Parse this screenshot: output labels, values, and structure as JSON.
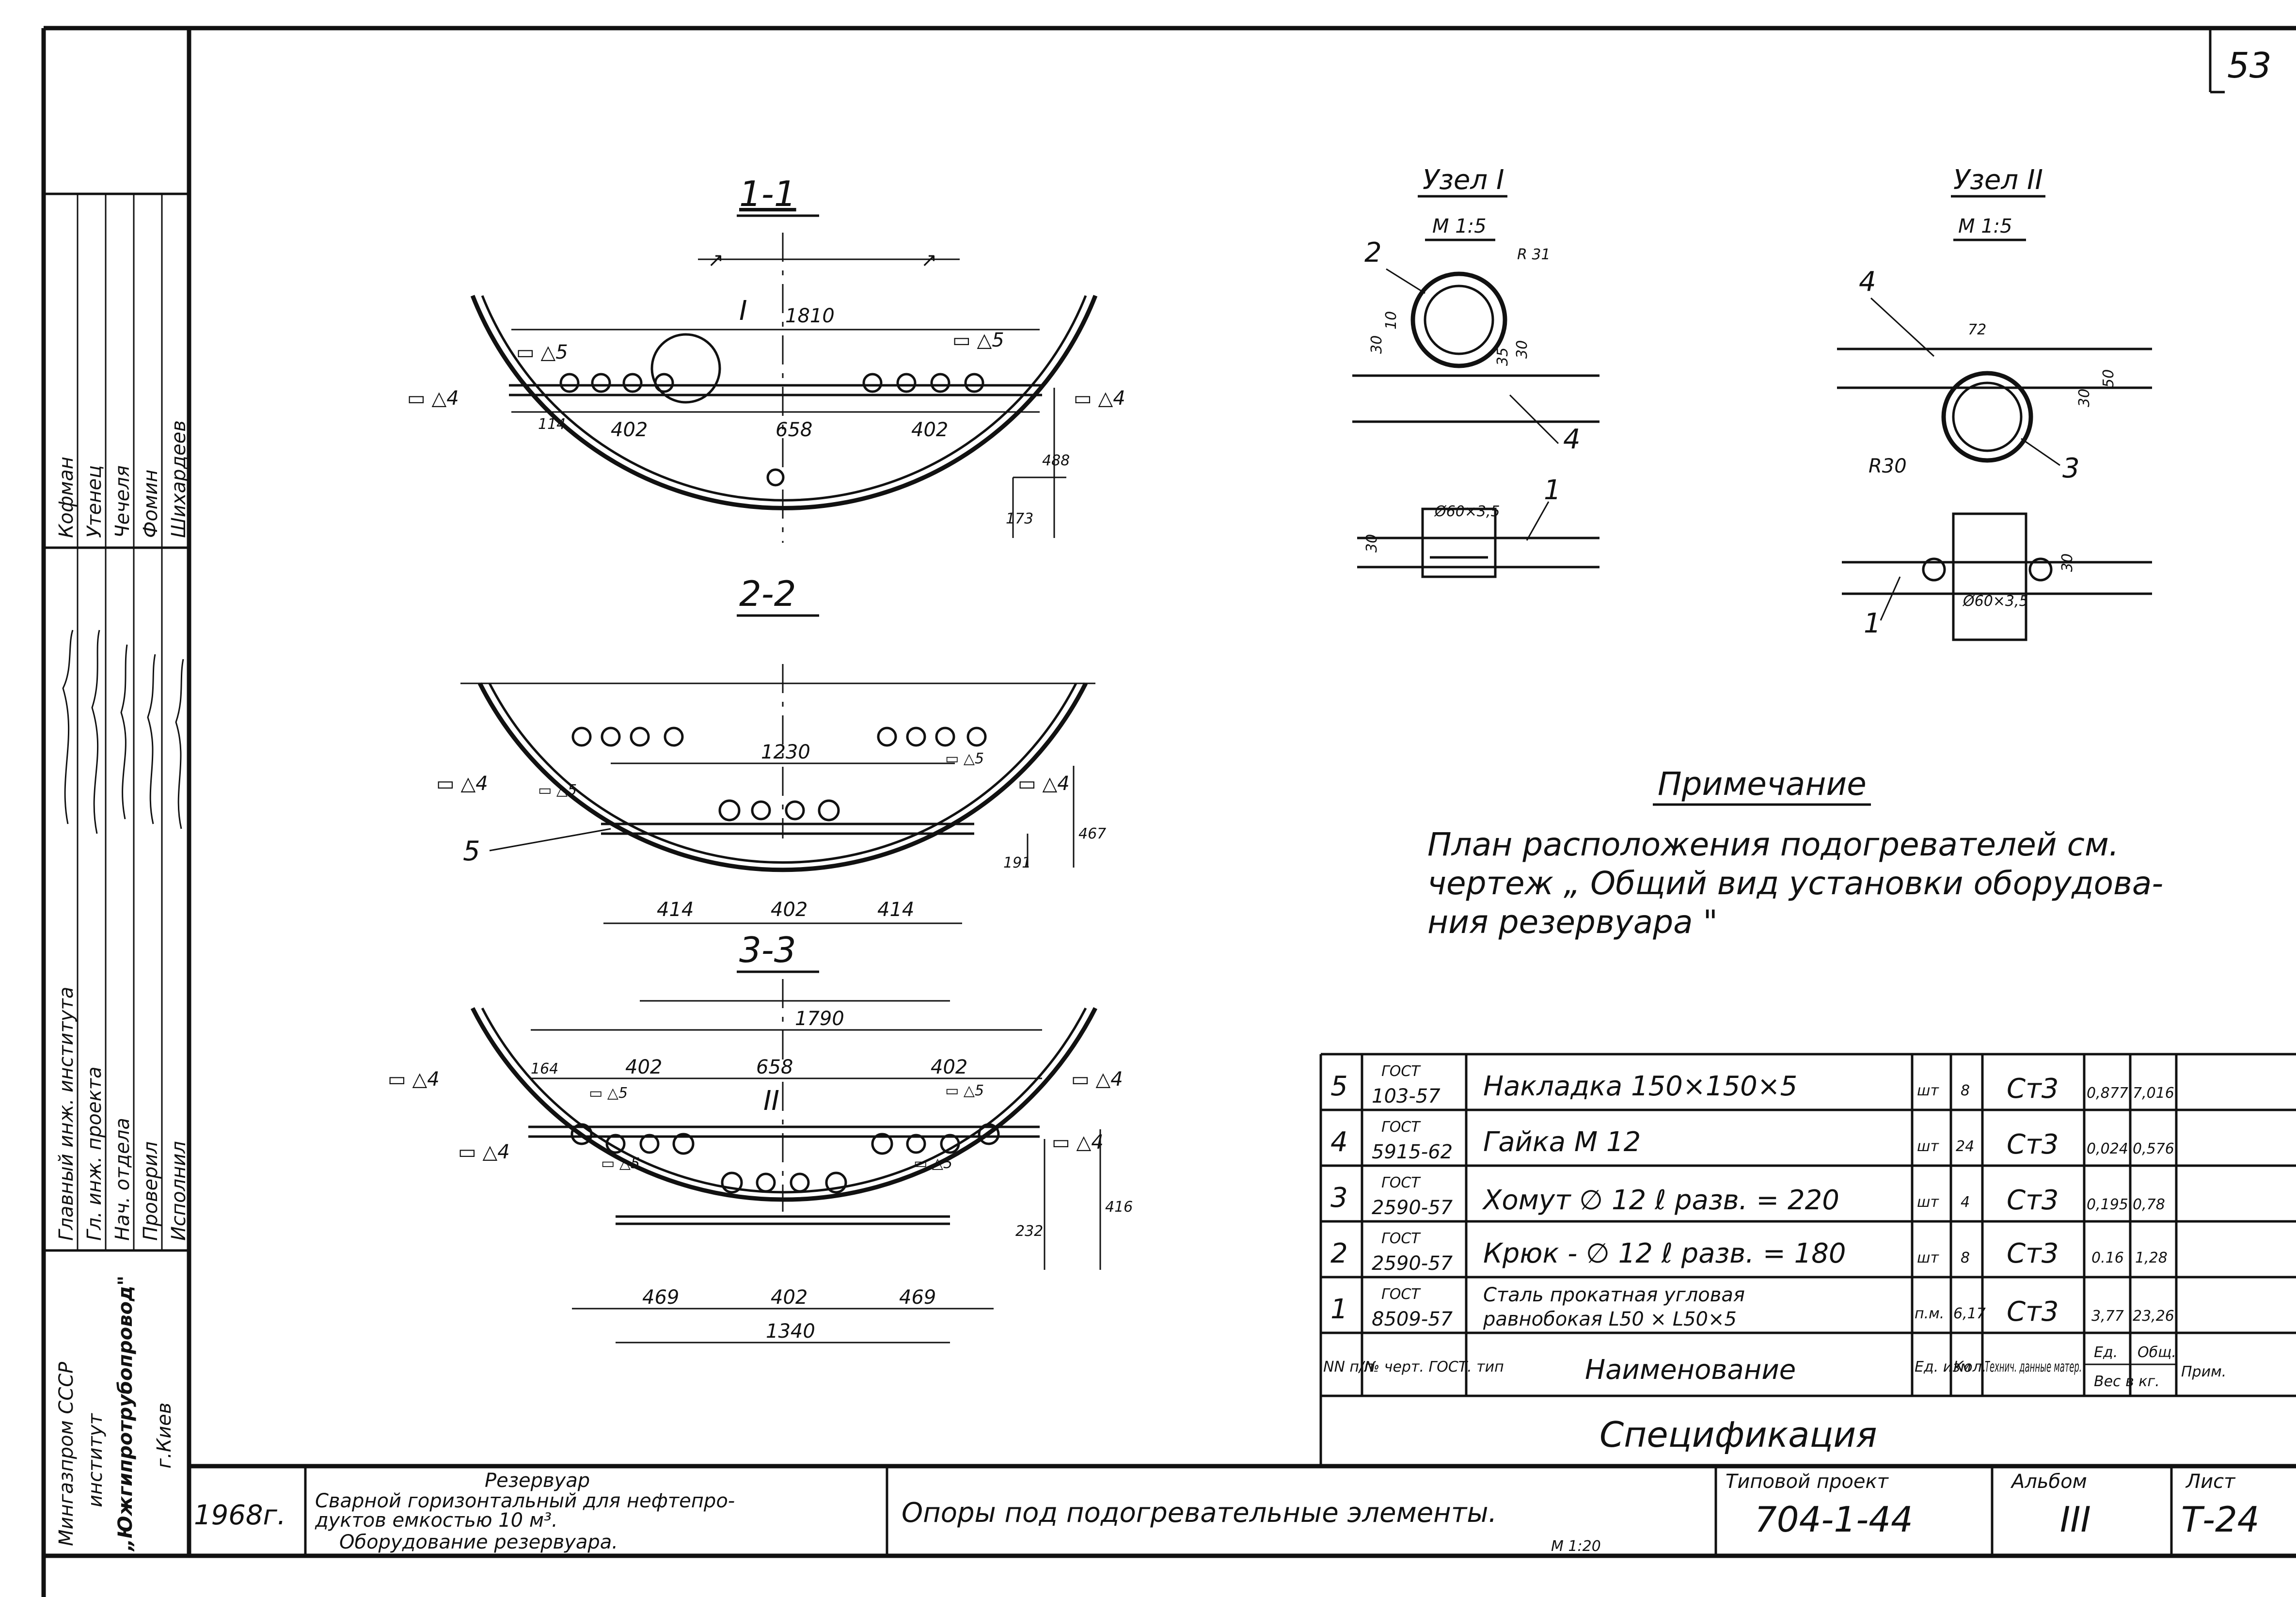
{
  "sheet_mark": "53",
  "title_block": {
    "year": "1968г.",
    "object_title": "Резервуар",
    "object_line1": "Сварной горизонтальный для нефтепро-",
    "object_line2": "дуктов   емкостью   10 м³.",
    "object_line3": "Оборудование  резервуара.",
    "drawing_title": "Опоры под подогревательные элементы.",
    "scale": "М 1:20",
    "project_label": "Типовой проект",
    "project_value": "704-1-44",
    "album_label": "Альбом",
    "album_value": "III",
    "sheet_label": "Лист",
    "sheet_value": "Т-24"
  },
  "side_block": {
    "org_lines": [
      "Мингазпром СССР",
      "институт",
      "„Южгипротрубопровод\"",
      "г.Киев"
    ],
    "roles": [
      "Главный инж. института",
      "Гл. инж. проекта",
      "Нач. отдела",
      "Проверил",
      "Исполнил"
    ],
    "names": [
      "Кофман",
      "Утенец",
      "Чечеля",
      "Фомин",
      "Шихардеев"
    ]
  },
  "sections": {
    "s1": {
      "title": "1-1",
      "dims": [
        "1810",
        "114",
        "402",
        "658",
        "402",
        "488",
        "173"
      ],
      "welds": [
        "▭ △5",
        "▭ △5",
        "▭ △4",
        "▭ △4"
      ],
      "node_mark": "I"
    },
    "s2": {
      "title": "2-2",
      "dims": [
        "1230",
        "414",
        "402",
        "414",
        "191",
        "467"
      ],
      "welds": [
        "▭ △4",
        "▭ △5",
        "▭ △5",
        "▭ △4"
      ],
      "pos": "5"
    },
    "s3": {
      "title": "3-3",
      "dims": [
        "1790",
        "164",
        "402",
        "658",
        "402",
        "469",
        "402",
        "469",
        "1340",
        "232",
        "416"
      ],
      "welds": [
        "▭ △4",
        "▭ △5",
        "▭ △5",
        "▭ △4",
        "▭ △4",
        "▭ △5",
        "▭ △5",
        "▭ △4"
      ],
      "node_mark": "II"
    }
  },
  "nodes": {
    "n1": {
      "title": "Узел I",
      "scale": "М 1:5",
      "dims": [
        "R 31",
        "30",
        "10",
        "35",
        "30",
        "Ø60×3,5",
        "30"
      ],
      "positions": [
        "2",
        "4",
        "1"
      ]
    },
    "n2": {
      "title": "Узел II",
      "scale": "М 1:5",
      "dims": [
        "72",
        "30",
        "50",
        "R30",
        "30",
        "Ø60×3,5"
      ],
      "positions": [
        "4",
        "3",
        "1"
      ]
    }
  },
  "note": {
    "title": "Примечание",
    "line1": "План расположения   подогревателей  см.",
    "line2": "чертеж „ Общий  вид  установки  оборудова-",
    "line3": "ния  резервуара \""
  },
  "specification": {
    "caption": "Спецификация",
    "header": {
      "nn": "NN п/п",
      "doc": "№ черт. ГОСТ. тип",
      "name": "Наименование",
      "unit": "Ед. изм",
      "qty": "Кол.",
      "material": "Технич. данные матер.",
      "w_unit": "Ед.",
      "w_total": "Общ.",
      "w_caption": "Вес в кг.",
      "remark": "Прим."
    },
    "rows": [
      {
        "nn": "5",
        "doc1": "ГОСТ",
        "doc2": "103-57",
        "name": "Накладка   150×150×5",
        "name2": "",
        "unit": "шт",
        "qty": "8",
        "material": "Ст3",
        "w_unit": "0,877",
        "w_total": "7,016"
      },
      {
        "nn": "4",
        "doc1": "ГОСТ",
        "doc2": "5915-62",
        "name": "Гайка  М 12",
        "name2": "",
        "unit": "шт",
        "qty": "24",
        "material": "Ст3",
        "w_unit": "0,024",
        "w_total": "0,576"
      },
      {
        "nn": "3",
        "doc1": "ГОСТ",
        "doc2": "2590-57",
        "name": "Хомут ∅ 12   ℓ разв. = 220",
        "name2": "",
        "unit": "шт",
        "qty": "4",
        "material": "Ст3",
        "w_unit": "0,195",
        "w_total": "0,78"
      },
      {
        "nn": "2",
        "doc1": "ГОСТ",
        "doc2": "2590-57",
        "name": "Крюк - ∅ 12   ℓ разв. = 180",
        "name2": "",
        "unit": "шт",
        "qty": "8",
        "material": "Ст3",
        "w_unit": "0.16",
        "w_total": "1,28"
      },
      {
        "nn": "1",
        "doc1": "ГОСТ",
        "doc2": "8509-57",
        "name": "Сталь прокатная угловая",
        "name2": "равнобокая  L50 × L50×5",
        "unit": "п.м.",
        "qty": "6,17",
        "material": "Ст3",
        "w_unit": "3,77",
        "w_total": "23,26"
      }
    ]
  }
}
